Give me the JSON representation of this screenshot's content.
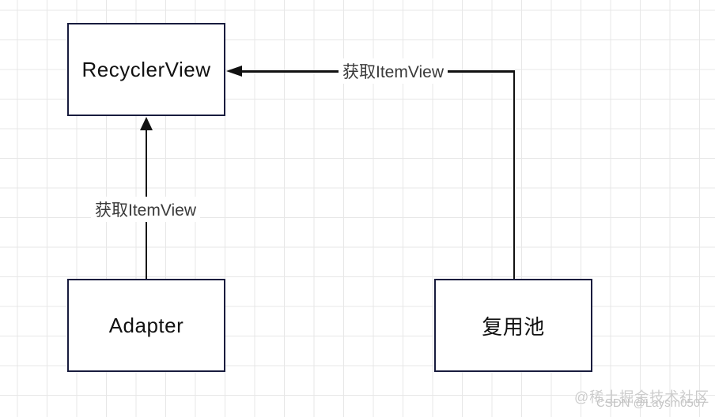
{
  "diagram": {
    "nodes": [
      {
        "id": "recyclerview",
        "label": "RecyclerView"
      },
      {
        "id": "adapter",
        "label": "Adapter"
      },
      {
        "id": "reuse-pool",
        "label": "复用池"
      }
    ],
    "edges": [
      {
        "id": "adapter-to-recyclerview",
        "from": "adapter",
        "to": "recyclerview",
        "label": "获取ItemView"
      },
      {
        "id": "pool-to-recyclerview",
        "from": "reuse-pool",
        "to": "recyclerview",
        "label": "获取ItemView"
      }
    ]
  },
  "colors": {
    "node_border": "#181c3e",
    "arrow": "#111111",
    "grid_line": "#e7e7e7",
    "edge_label_text": "#3a3a3a",
    "watermark": "#c9c9c9"
  },
  "watermarks": {
    "juejin": "@稀土掘金技术社区",
    "csdn": "CSDN @Laysm0507"
  }
}
